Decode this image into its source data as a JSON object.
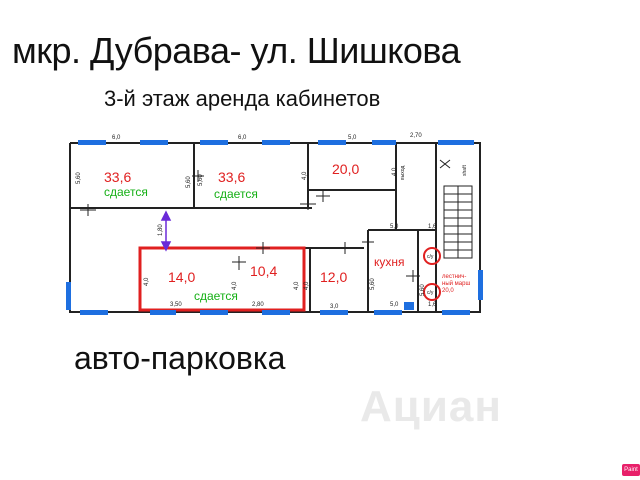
{
  "header": {
    "title": "мкр. Дубрава- ул. Шишкова",
    "subtitle": "3-й этаж аренда кабинетов"
  },
  "footer": {
    "parking": "авто-парковка",
    "watermark": "Ациан",
    "badge": "Paint"
  },
  "plan": {
    "rooms": [
      {
        "area": "33,6",
        "status": "сдается"
      },
      {
        "area": "33,6",
        "status": "сдается"
      },
      {
        "area": "20,0",
        "status": ""
      },
      {
        "area": "14,0",
        "status": ""
      },
      {
        "area": "10,4",
        "status": "сдается"
      },
      {
        "area": "12,0",
        "status": ""
      }
    ],
    "kitchen": "кухня",
    "stair_note": [
      "лестнич-",
      "ный марш",
      "20,0"
    ],
    "wc": "с/у",
    "dims": {
      "top": [
        "6,0",
        "6,0",
        "5,0",
        "2,70"
      ],
      "bottom": [
        "3,50",
        "2,80",
        "3,0",
        "5,0",
        "1,6"
      ],
      "vertical": [
        "5,60",
        "5,60",
        "5,60",
        "4,0",
        "1,80",
        "4,0",
        "4,0",
        "4,0",
        "5,60",
        "4,0",
        "5,60",
        "4,0"
      ],
      "inner": [
        "5,0",
        "1,6"
      ],
      "tiny": [
        "выход",
        "shaft"
      ]
    }
  }
}
